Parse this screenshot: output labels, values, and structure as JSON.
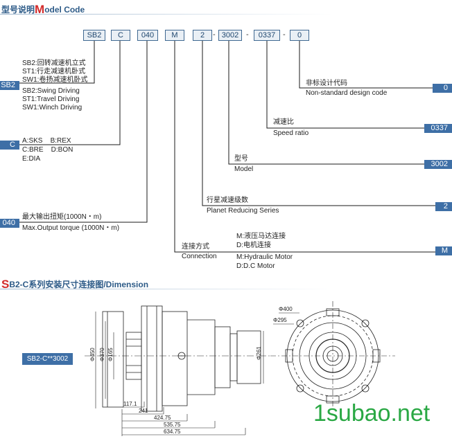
{
  "header1": {
    "cn": "型号说明",
    "letter": "M",
    "rest": "odel Code"
  },
  "code_boxes": [
    "SB2",
    "C",
    "040",
    "M",
    "2",
    "3002",
    "0337",
    "0"
  ],
  "separators": [
    "-",
    "-",
    "-"
  ],
  "left_tags": [
    "SB2",
    "C",
    "040"
  ],
  "right_tags": [
    "0",
    "0337",
    "3002",
    "2",
    "M"
  ],
  "sb2_block": {
    "cn": [
      "SB2:回转减速机立式",
      "ST1:行走减速机卧式",
      "SW1:卷扬减速机卧式"
    ],
    "en": [
      "SB2:Swing Driving",
      "ST1:Travel Driving",
      "SW1:Winch Driving"
    ]
  },
  "c_block": {
    "lines": [
      "A:SKS    B:REX",
      "C:BRE    D:BON",
      "E:DIA"
    ]
  },
  "torque_block": {
    "cn": "最大输出扭矩(1000N・m)",
    "en": "Max.Output torque (1000N・m)"
  },
  "connection_block": {
    "cn": "连接方式",
    "en": "Connection",
    "opts_cn": [
      "M:液压马达连接",
      "D:电机连接"
    ],
    "opts_en": [
      "M:Hydraulic Motor",
      "D:D.C Motor"
    ]
  },
  "series_block": {
    "cn": "行星减速级数",
    "en": "Planet Reducing Series"
  },
  "model_block": {
    "cn": "型号",
    "en": "Model"
  },
  "ratio_block": {
    "cn": "减速比",
    "en": "Speed ratio"
  },
  "nonstd_block": {
    "cn": "非标设计代码",
    "en": "Non-standard design code"
  },
  "header2": {
    "letter": "S",
    "rest": "B2-C系列安装尺寸连接图/Dimension"
  },
  "spec_label": "SB2-C**3002",
  "dims": {
    "d450": "Φ450",
    "d370": "Φ370",
    "d165": "Φ165",
    "d261": "Φ261",
    "d400": "Φ400",
    "d295": "Φ295",
    "l1": "117.1",
    "l2": "241",
    "l3": "424.75",
    "l4": "535.75",
    "l5": "634.75"
  },
  "watermark": "1subao.net",
  "colors": {
    "header": "#2c5a87",
    "accent": "#d22a2a",
    "tag": "#3e6fa6",
    "watermark": "#2aa844"
  }
}
